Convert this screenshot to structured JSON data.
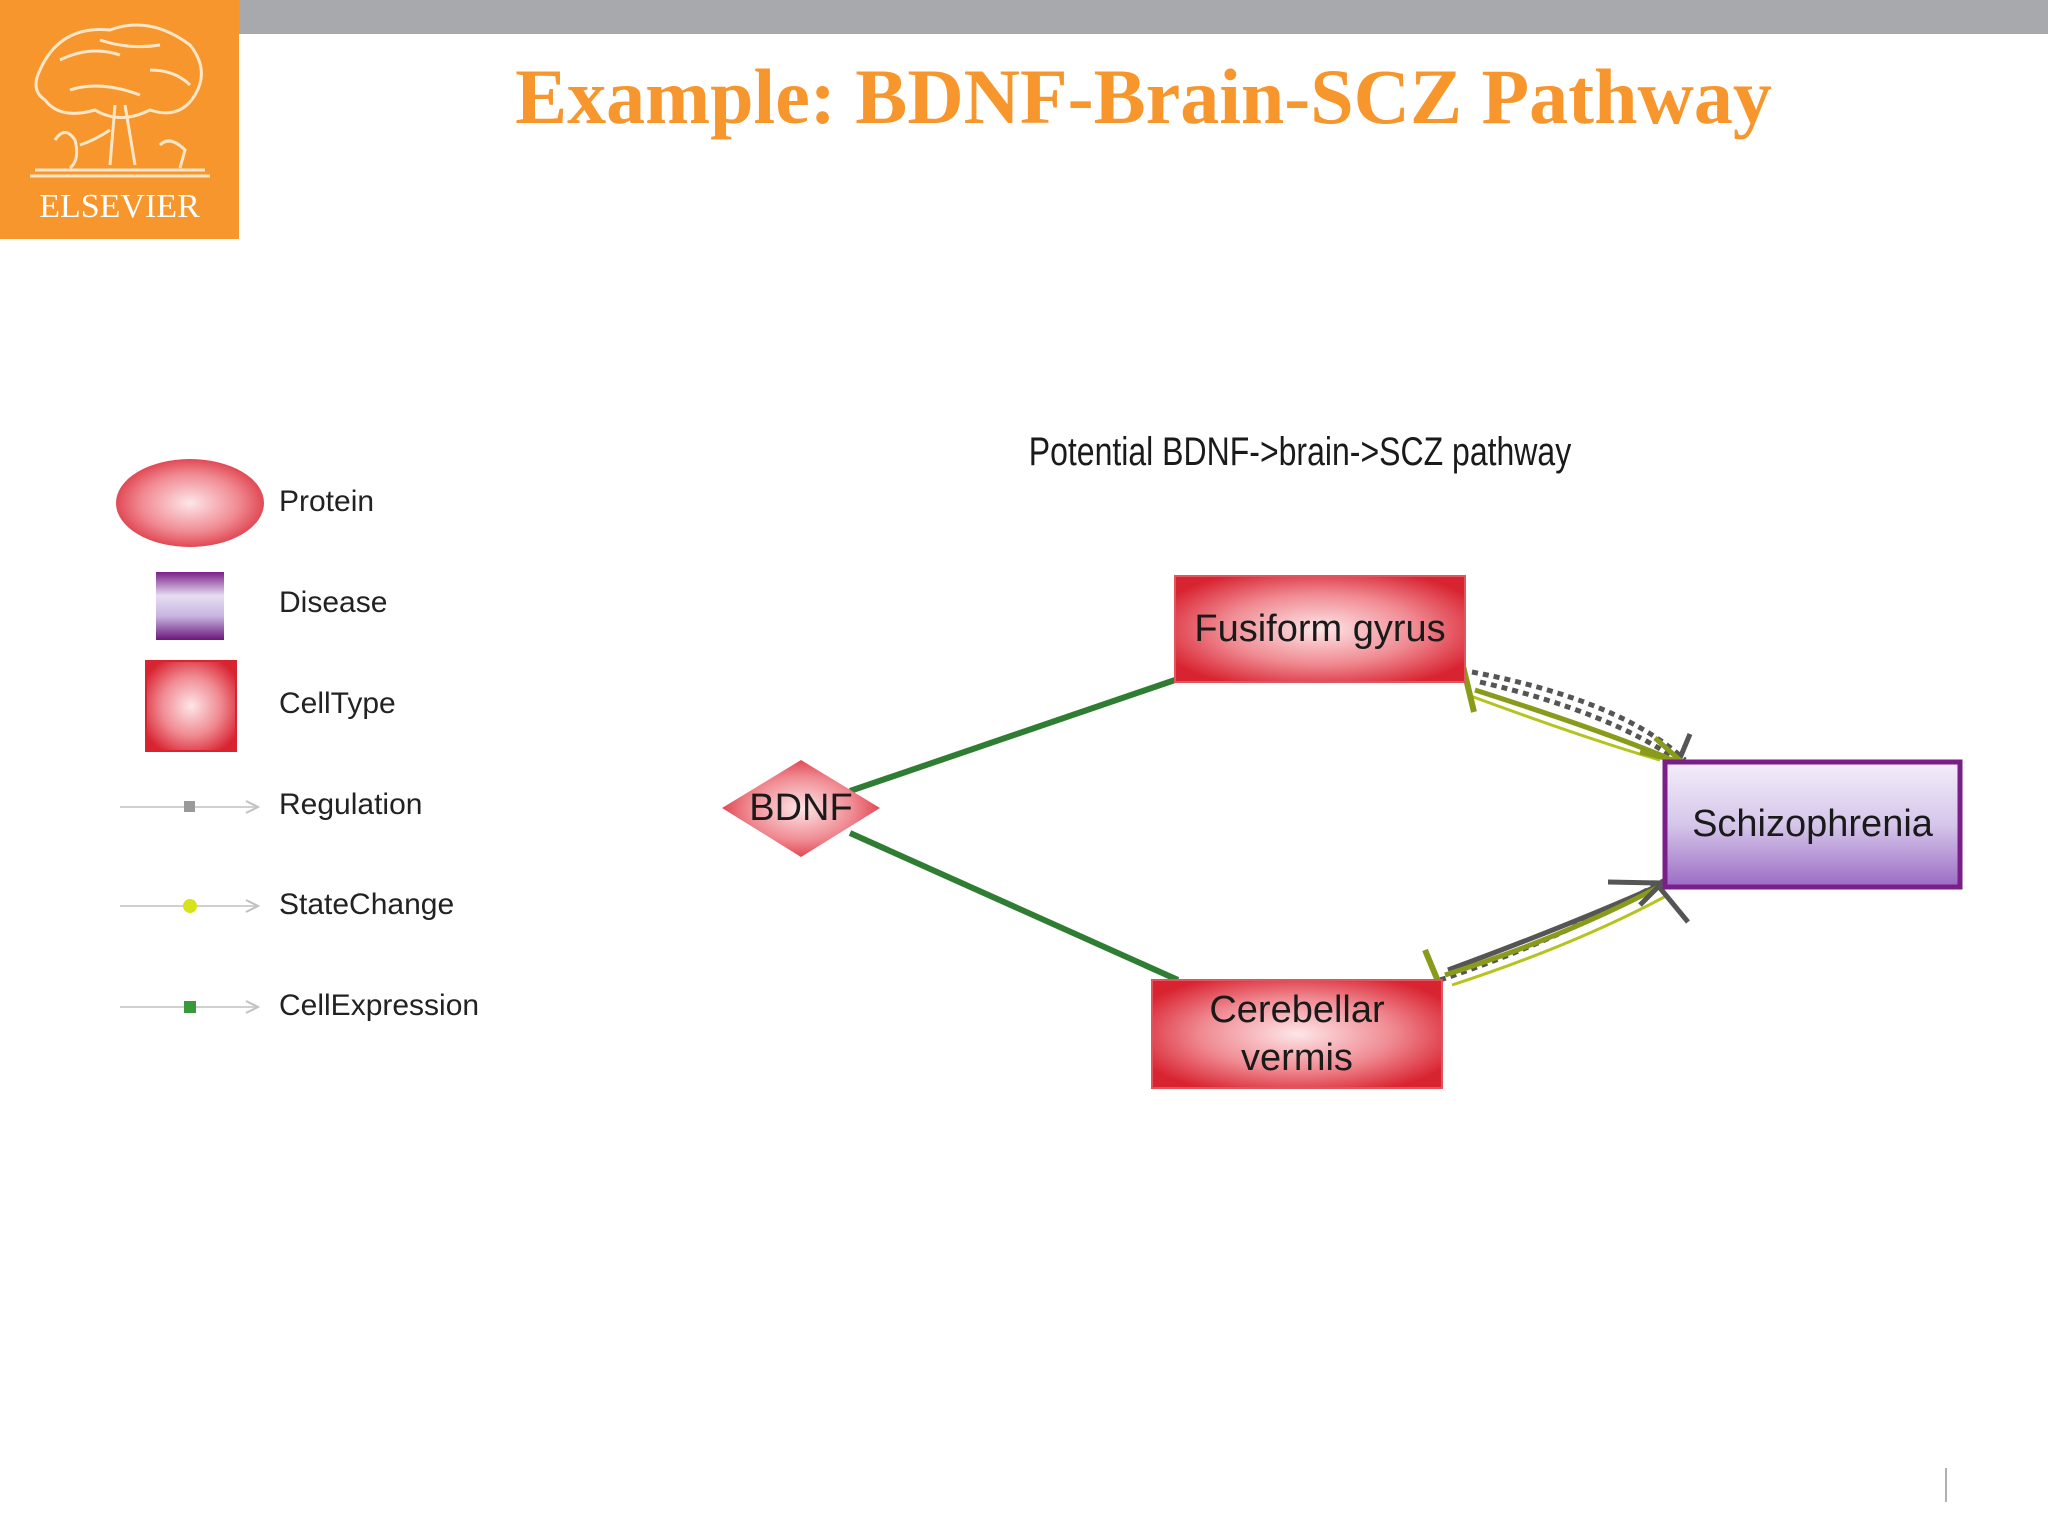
{
  "header": {
    "title": "Example:  BDNF-Brain-SCZ Pathway",
    "logo_text": "ELSEVIER"
  },
  "legend": {
    "items": [
      {
        "label": "Protein",
        "shape": "ellipse"
      },
      {
        "label": "Disease",
        "shape": "rect-purple"
      },
      {
        "label": "CellType",
        "shape": "rect-red"
      },
      {
        "label": "Regulation",
        "shape": "arrow-gray"
      },
      {
        "label": "StateChange",
        "shape": "arrow-yellow"
      },
      {
        "label": "CellExpression",
        "shape": "arrow-green"
      }
    ]
  },
  "diagram": {
    "title": "Potential BDNF->brain->SCZ pathway",
    "nodes": {
      "bdnf": "BDNF",
      "fusiform": "Fusiform gyrus",
      "cerebellar_line1": "Cerebellar",
      "cerebellar_line2": "vermis",
      "schizophrenia": "Schizophrenia"
    },
    "edges": [
      {
        "from": "BDNF",
        "to": "Fusiform gyrus",
        "type": "CellExpression"
      },
      {
        "from": "BDNF",
        "to": "Cerebellar vermis",
        "type": "CellExpression"
      },
      {
        "from": "Fusiform gyrus",
        "to": "Schizophrenia",
        "type": "Regulation"
      },
      {
        "from": "Fusiform gyrus",
        "to": "Schizophrenia",
        "type": "StateChange"
      },
      {
        "from": "Cerebellar vermis",
        "to": "Schizophrenia",
        "type": "Regulation"
      },
      {
        "from": "Cerebellar vermis",
        "to": "Schizophrenia",
        "type": "StateChange"
      }
    ]
  },
  "colors": {
    "accent": "#f7962c",
    "topbar": "#a7a9ac",
    "celltype": "#e8333c",
    "disease": "#7a1f8a",
    "cell_expression": "#2e7d32",
    "state_change": "#8a9a1a",
    "regulation": "#555555"
  }
}
